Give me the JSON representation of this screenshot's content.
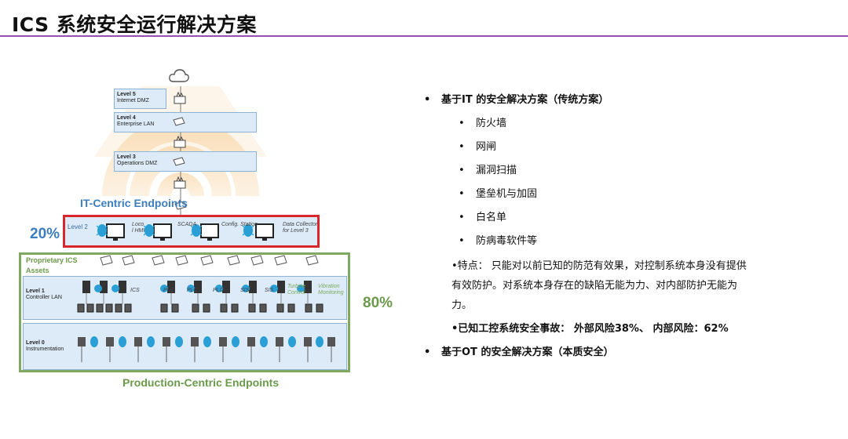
{
  "title": "ICS 系统安全运行解决方案",
  "diagram": {
    "levels": [
      {
        "name": "Level 5",
        "desc": "Internet DMZ"
      },
      {
        "name": "Level 4",
        "desc": "Enterprise LAN"
      },
      {
        "name": "Level 3",
        "desc": "Operations DMZ"
      },
      {
        "name": "Level 2",
        "desc": ""
      },
      {
        "name": "Level 1",
        "desc": "Controller LAN"
      },
      {
        "name": "Level 0",
        "desc": "Instrumentation"
      }
    ],
    "it_centric": "IT-Centric Endpoints",
    "production_centric": "Production-Centric Endpoints",
    "pct_it": "20%",
    "pct_ot": "80%",
    "proprietary": "Proprietary ICS",
    "assets": "Assets",
    "level2_items": [
      "Loco\nl HMI",
      "SCADA",
      "Config. Station",
      "Data Collector\nfor Level 3"
    ],
    "level1_items": [
      "ICS",
      "PLC",
      "PLC",
      "PLC",
      "SIS",
      "SIS",
      "Turbine\nControl",
      "Vibration\nMonitoring"
    ],
    "colors": {
      "red": "#d9252c",
      "green": "#6a9a4a",
      "blue": "#3b7fbf",
      "purple": "#9b4fb0"
    }
  },
  "content": {
    "h1": "基于IT 的安全解决方案（传统方案）",
    "items": [
      "防火墙",
      "网闸",
      "漏洞扫描",
      "堡垒机与加固",
      "白名单",
      "防病毒软件等"
    ],
    "feature_lines": [
      "•特点： 只能对以前已知的防范有效果，对控制系统本身没有提供",
      "有效防护。对系统本身存在的缺陷无能为力、对内部防护无能为",
      "力。"
    ],
    "incidents": "•已知工控系统安全事故： 外部风险38%、 内部风险：62%",
    "h2": "基于OT 的安全解决方案（本质安全）",
    "bullet_main": "•",
    "bullet_sub": "•"
  }
}
